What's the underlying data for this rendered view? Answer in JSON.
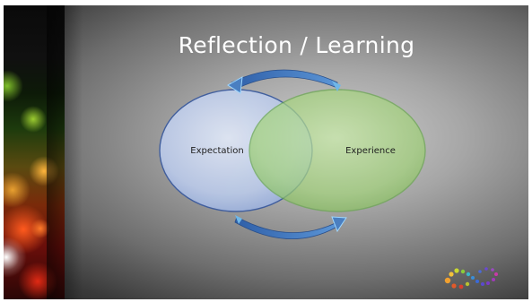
{
  "slide": {
    "title": "Reflection / Learning"
  },
  "diagram": {
    "left_circle_label": "Expectation",
    "right_circle_label": "Experience"
  },
  "colors": {
    "left_circle_fill": "#b8c8e8",
    "left_circle_stroke": "#3d5c9e",
    "right_circle_fill": "#a8d480",
    "right_circle_stroke": "#6aa84f",
    "arrow_fill": "#4a7fc1",
    "arrow_accent": "#7fe0a8"
  },
  "logo": {
    "icon": "dotted-infinity-logo"
  }
}
